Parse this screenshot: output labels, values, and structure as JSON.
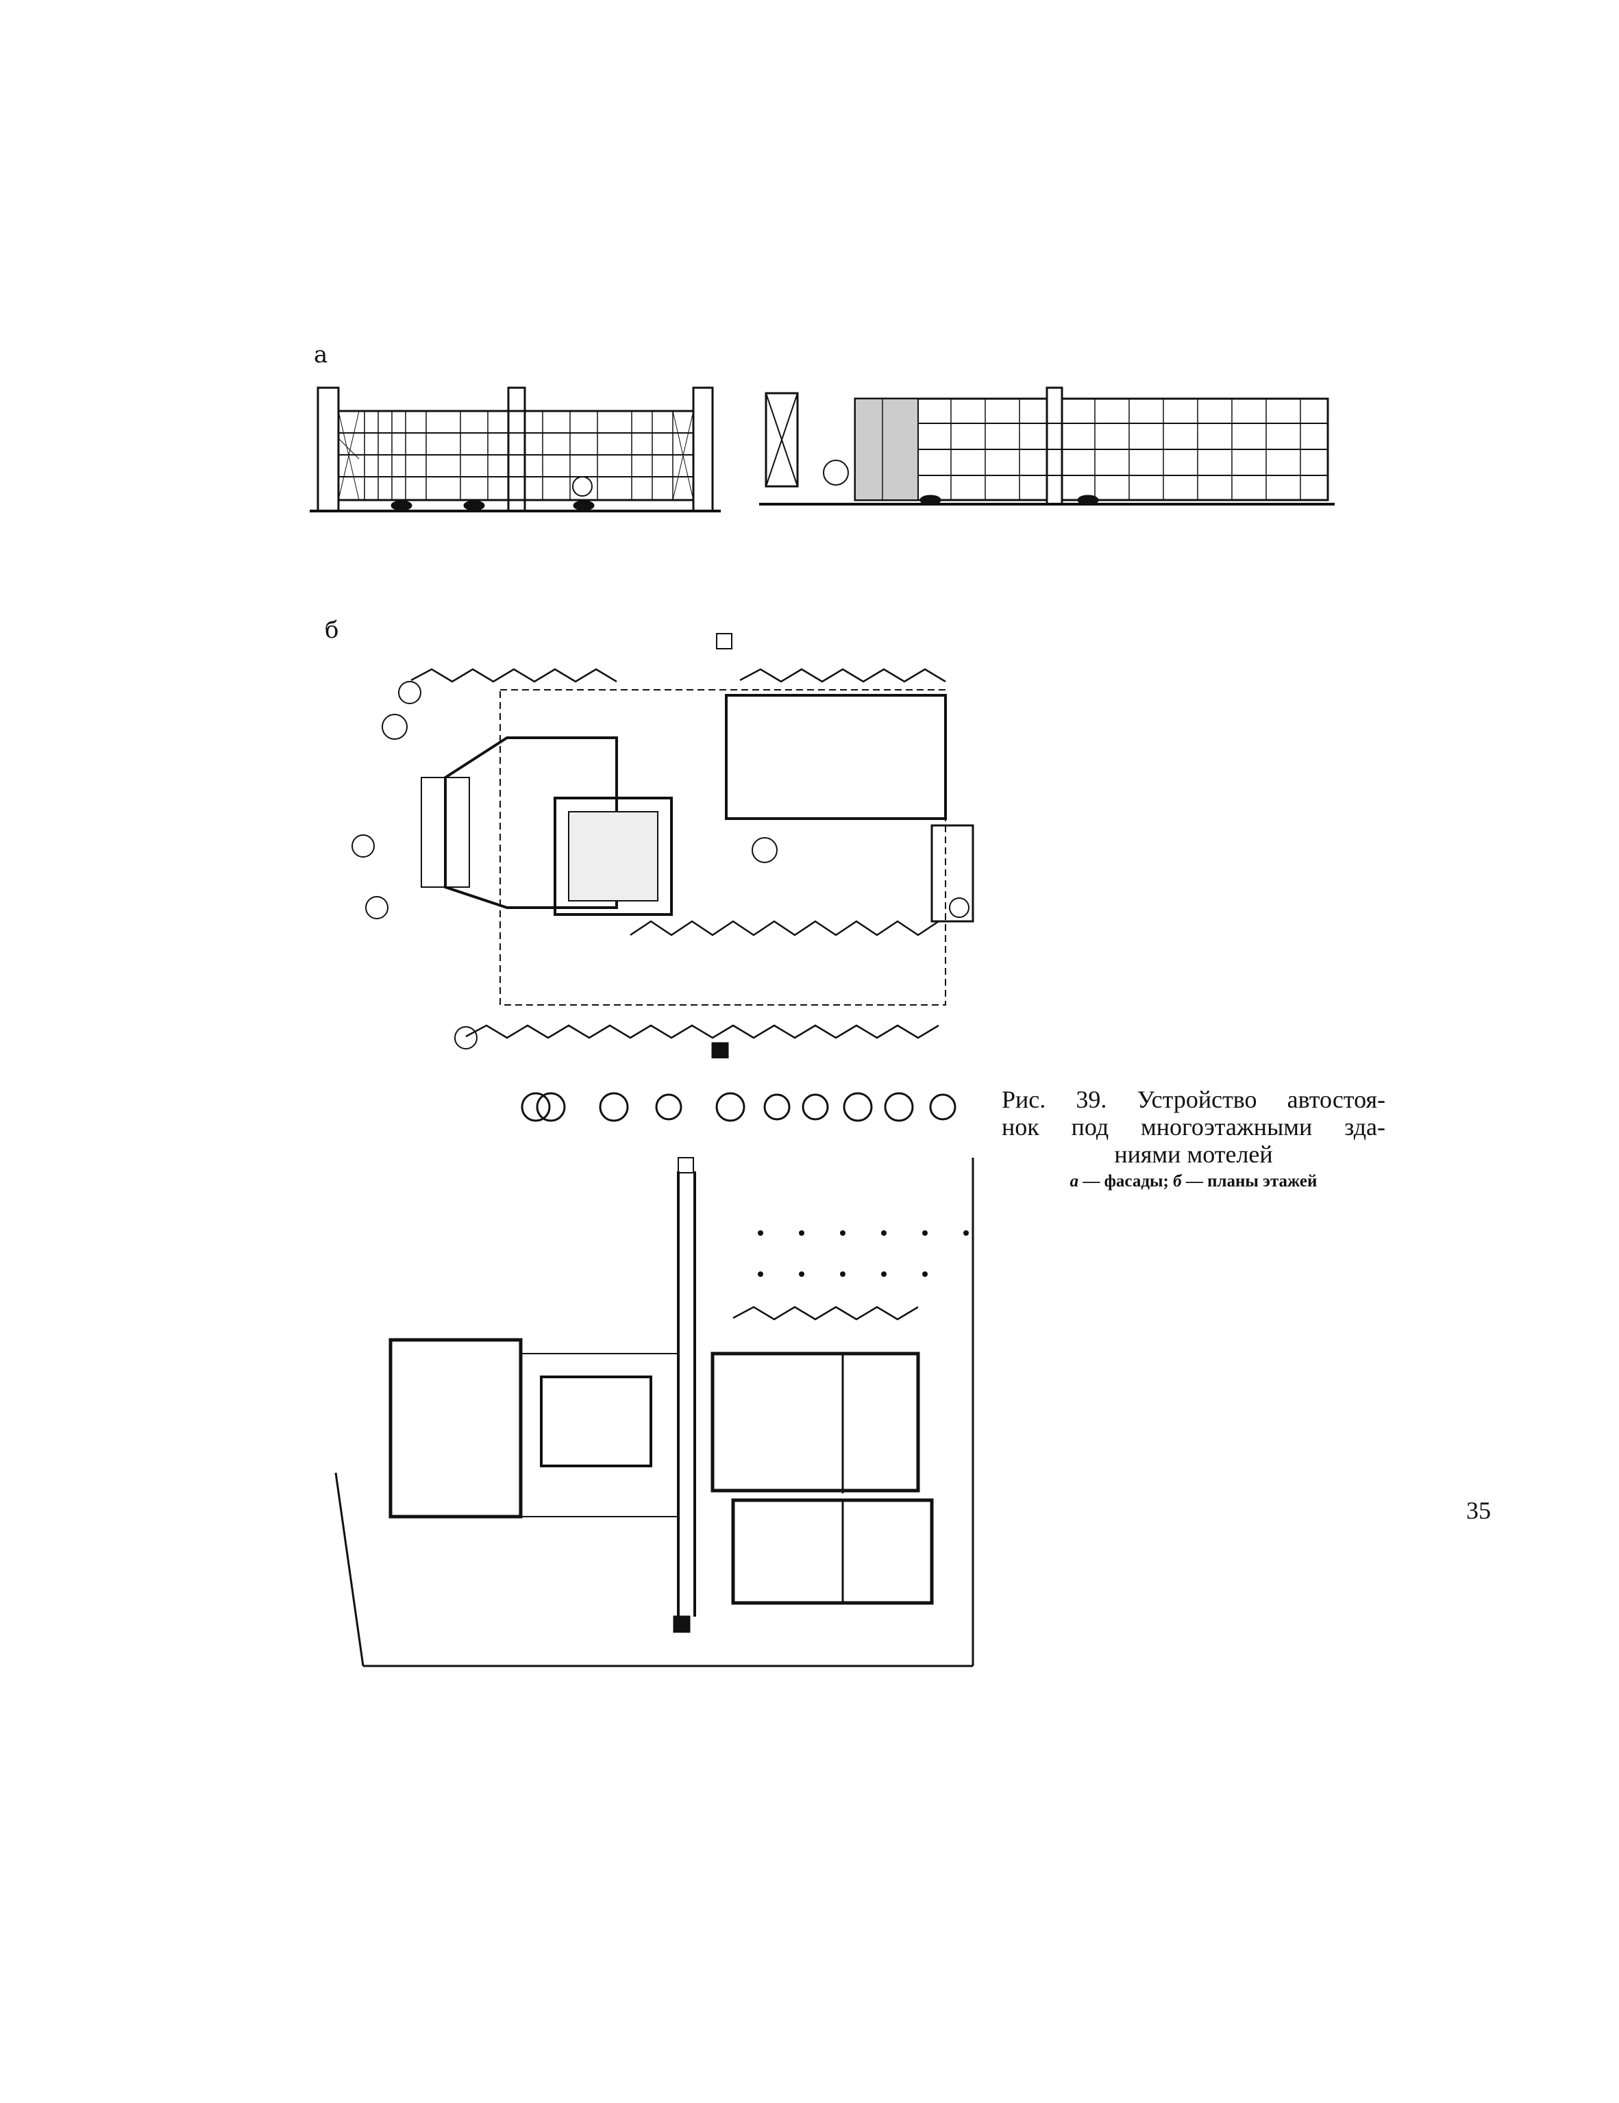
{
  "labels": {
    "a": "а",
    "b": "б"
  },
  "caption": {
    "line1": "Рис. 39. Устройство автостоя-",
    "line2": "нок под многоэтажными зда-",
    "line3": "ниями мотелей",
    "sub_a_key": "а",
    "sub_a_text": " — фасады; ",
    "sub_b_key": "б",
    "sub_b_text": " — планы этажей"
  },
  "page_number": "35"
}
